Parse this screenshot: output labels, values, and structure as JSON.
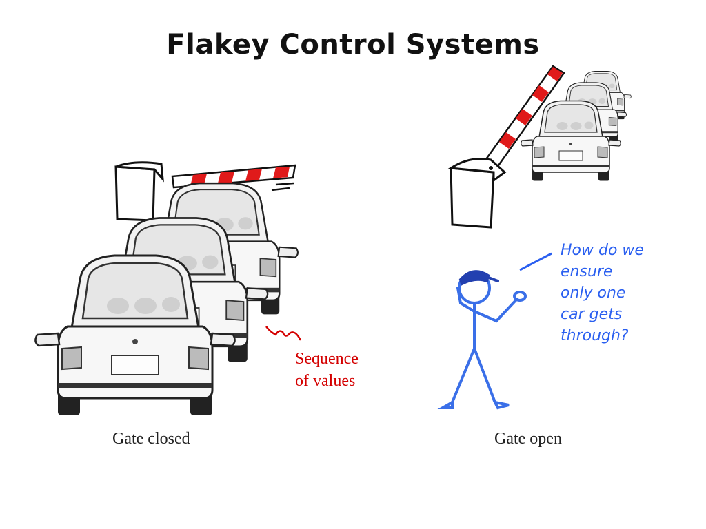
{
  "title": "Flakey Control Systems",
  "left_scene": {
    "caption": "Gate closed",
    "annotation_lines": [
      "Sequence",
      "of values"
    ]
  },
  "right_scene": {
    "caption": "Gate open",
    "speech_lines": [
      "How do we",
      "ensure",
      "only one",
      "car gets",
      "through?"
    ]
  },
  "colors": {
    "annotation_red": "#d40000",
    "speech_blue": "#2a5ff0",
    "barrier_red": "#e01a1a",
    "stick_figure": "#3a6fe8"
  },
  "icons": [
    "car-icon",
    "barrier-gate-icon",
    "stick-figure-icon"
  ]
}
